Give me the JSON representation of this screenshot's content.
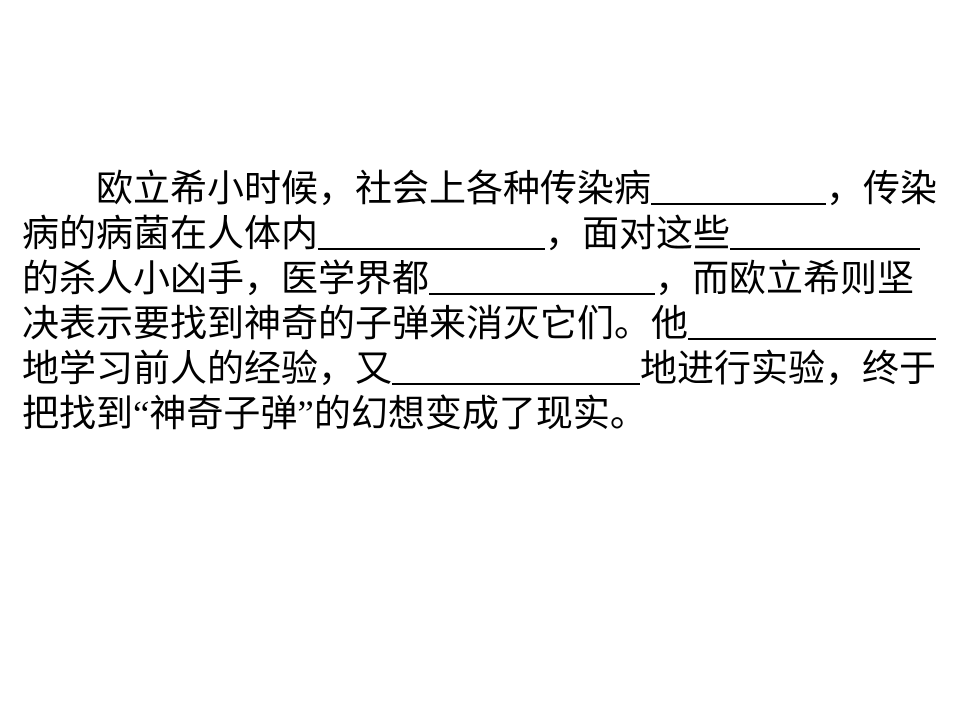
{
  "passage": {
    "lines": [
      {
        "parts": [
          "欧立希小时候，社会上各种传染病",
          "，传染"
        ]
      },
      {
        "parts": [
          "病的病菌在人体内",
          "，面对这些"
        ]
      },
      {
        "parts": [
          "的杀人小凶手，医学界都",
          "，而欧立希则坚"
        ]
      },
      {
        "parts": [
          "决表示要找到神奇的子弹来消灭它们。他"
        ]
      },
      {
        "parts": [
          "地学习前人的经验，又",
          "地进行实验，终于"
        ]
      },
      {
        "parts": [
          "把找到“神奇子弹”的幻想变成了现实。"
        ]
      }
    ]
  }
}
